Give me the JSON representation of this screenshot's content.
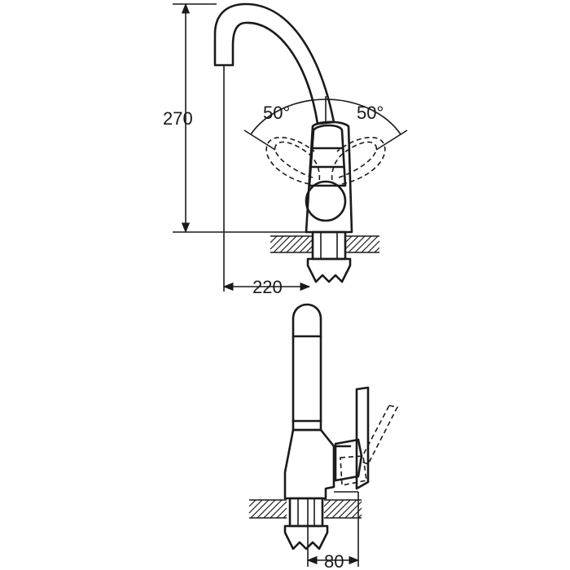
{
  "dimensions": {
    "height": "270",
    "reach": "220",
    "angle_left": "50°",
    "angle_right": "50°",
    "handle_offset": "80"
  },
  "colors": {
    "line": "#1a1a1a",
    "background": "#ffffff"
  }
}
